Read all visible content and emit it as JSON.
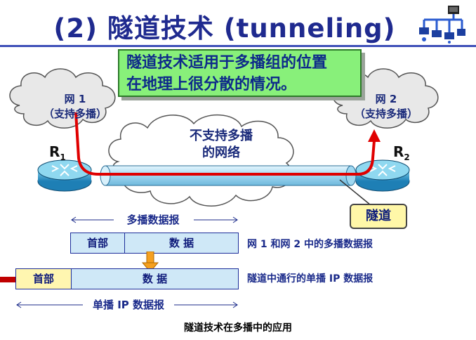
{
  "title": "(2) 隧道技术 (tunneling)",
  "note": {
    "line1": "隧道技术适用于多播组的位置",
    "line2": "在地理上很分散的情况。"
  },
  "net1": {
    "name": "网 1",
    "desc": "（支持多播）"
  },
  "net2": {
    "name": "网 2",
    "desc": "（支持多播）"
  },
  "middle_cloud": {
    "line1": "不支持多播",
    "line2": "的网络"
  },
  "routers": {
    "r1": {
      "letter": "R",
      "sub": "1"
    },
    "r2": {
      "letter": "R",
      "sub": "2"
    }
  },
  "tunnel_label": "隧道",
  "multicast_datagram": {
    "dim_label": "多播数据报",
    "header": "首部",
    "data": "数  据",
    "side_label": "网 1 和网 2 中的多播数据报"
  },
  "unicast_datagram": {
    "dim_label": "单播 IP 数据报",
    "header": "首部",
    "data": "数    据",
    "side_label": "隧道中通行的单播 IP 数据报"
  },
  "caption": "隧道技术在多播中的应用",
  "colors": {
    "title": "#1f2a8f",
    "note_bg": "#88f07a",
    "path_red": "#e00000",
    "tunnel": "#9fd7f0",
    "packet_bg": "#cfe8f7",
    "header_yellow": "#fff6b0",
    "arrow_orange": "#f5a020"
  },
  "icons": [
    "network-topology-icon",
    "router-icon",
    "cloud-icon"
  ]
}
